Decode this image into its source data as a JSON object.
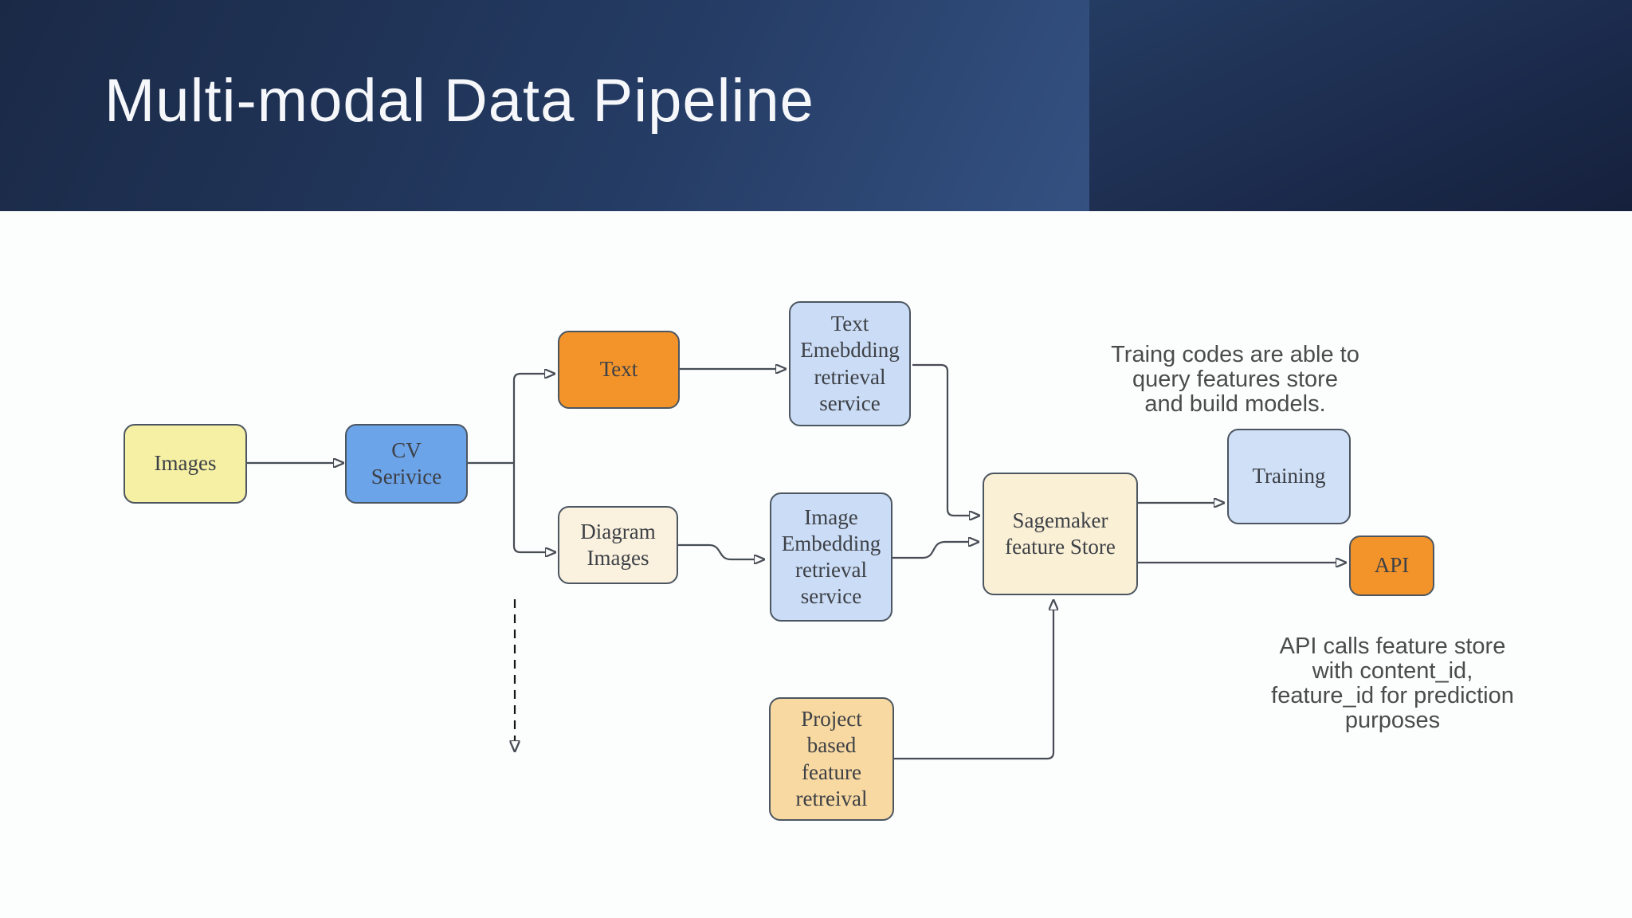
{
  "slide": {
    "title": "Multi-modal Data Pipeline"
  },
  "palette": {
    "header_left_gradient": [
      "#1a2946",
      "#243b63",
      "#345181"
    ],
    "header_right_gradient": [
      "#253c62",
      "#1c2c4e",
      "#15203c"
    ],
    "canvas_bg": "#fcfdfd",
    "title_text": "#f5f7fa",
    "edge_color": "#474d55",
    "dashed_arrow_color": "#151515",
    "node_border": "#4c5661",
    "node_text": "#3d4046",
    "annotation_text": "#4b4b4b"
  },
  "diagram": {
    "nodes": [
      {
        "id": "images",
        "label": "Images",
        "fill": "#F5F0A4"
      },
      {
        "id": "cv-service",
        "label": "CV\nSerivice",
        "fill": "#6CA4E9"
      },
      {
        "id": "text",
        "label": "Text",
        "fill": "#F2942A"
      },
      {
        "id": "diagram-images",
        "label": "Diagram\nImages",
        "fill": "#FAF2DF"
      },
      {
        "id": "text-embedding-service",
        "label": "Text\nEmebdding\nretrieval\nservice",
        "fill": "#CBDDF6"
      },
      {
        "id": "image-embedding-service",
        "label": "Image\nEmbedding\nretrieval\nservice",
        "fill": "#CBDDF6"
      },
      {
        "id": "sagemaker-feature-store",
        "label": "Sagemaker\nfeature Store",
        "fill": "#FAF0D5"
      },
      {
        "id": "training",
        "label": "Training",
        "fill": "#CFE0F7"
      },
      {
        "id": "api",
        "label": "API",
        "fill": "#F2942A"
      },
      {
        "id": "project-feature-retrieval",
        "label": "Project\nbased\nfeature\nretreival",
        "fill": "#F8D9A1"
      }
    ],
    "annotations": [
      {
        "id": "training-note",
        "text": "Traing codes are able to\nquery features store\nand build models."
      },
      {
        "id": "api-note",
        "text": "API calls feature store\nwith content_id,\nfeature_id for prediction\npurposes"
      }
    ]
  }
}
